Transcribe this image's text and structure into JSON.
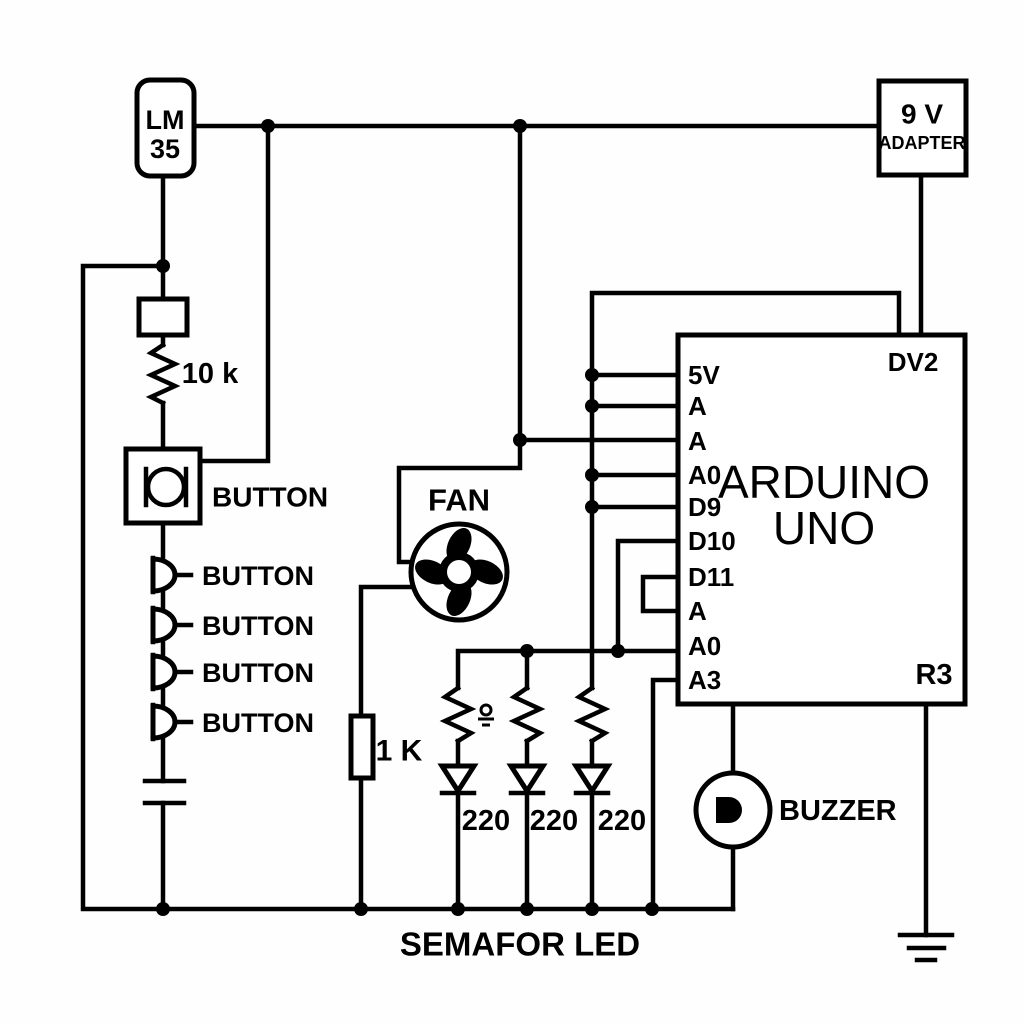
{
  "diagram": {
    "caption": "SEMAFOR LED",
    "lm35": {
      "line1": "LM",
      "line2": "35"
    },
    "adapter": {
      "line1": "9 V",
      "line2": "ADAPTER"
    },
    "resistor_10k": "10 k",
    "main_button": "BUTTON",
    "buttons": [
      "BUTTON",
      "BUTTON",
      "BUTTON",
      "BUTTON"
    ],
    "fan": "FAN",
    "resistor_1k": "1 K",
    "led_resistors": [
      "220",
      "220",
      "220"
    ],
    "buzzer": "BUZZER",
    "arduino": {
      "line1": "ARDUINO",
      "line2": "UNO",
      "corner_top_right": "DV2",
      "corner_bottom_right": "R3",
      "pins": [
        "5V",
        "A",
        "A",
        "A0",
        "D9",
        "D10",
        "D11",
        "A",
        "A0",
        "A3"
      ]
    },
    "colors": {
      "line": "#000000",
      "background": "#ffffff"
    }
  }
}
